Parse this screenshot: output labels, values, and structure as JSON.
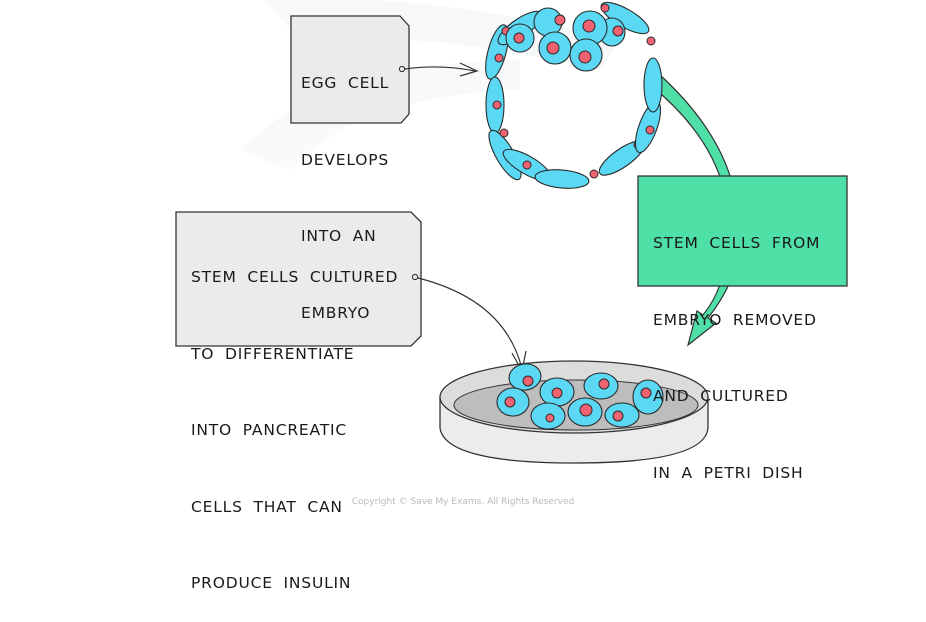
{
  "diagram": {
    "egg_box": {
      "lines": [
        "EGG CELL",
        "DEVELOPS",
        "INTO AN",
        "EMBRYO"
      ]
    },
    "green_box": {
      "lines": [
        "STEM CELLS FROM",
        "EMBRYO REMOVED",
        "AND CULTURED",
        "IN A PETRI DISH"
      ]
    },
    "culture_box": {
      "lines": [
        "STEM CELLS CULTURED",
        "TO DIFFERENTIATE",
        "INTO PANCREATIC",
        "CELLS THAT CAN",
        "PRODUCE INSULIN"
      ]
    },
    "copyright": "Copyright © Save My Exams. All Rights Reserved"
  },
  "colors": {
    "cell_fill": "#5bd8f3",
    "nucleus_fill": "#f06272",
    "green_box_fill": "#4fe0a8",
    "grey_box_fill": "#ebebeb",
    "dish_rim": "#ececec",
    "dish_inside": "#bdbdbd",
    "outline": "#2b2b2b"
  }
}
